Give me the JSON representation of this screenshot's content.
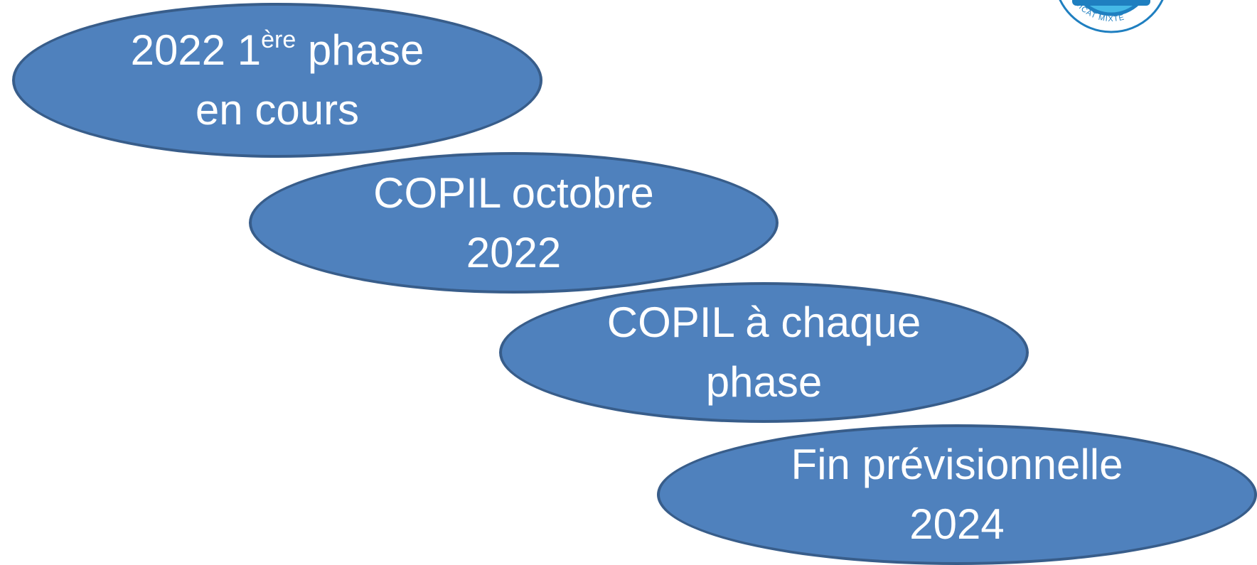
{
  "colors": {
    "ellipse_fill": "#4F81BD",
    "ellipse_border": "#385D8A",
    "text": "#FFFFFF",
    "logo": "#1F7FC0"
  },
  "logo": {
    "icon": "syndicate-seal-logo",
    "partial_text": "SYNDICAT MIXTE"
  },
  "steps": [
    {
      "line1_main": "2022 1",
      "line1_sup": "ère",
      "line1_end": " phase",
      "line2": "en cours"
    },
    {
      "line1": "COPIL octobre",
      "line2": "2022"
    },
    {
      "line1": "COPIL à chaque",
      "line2": "phase"
    },
    {
      "line1": "Fin prévisionnelle",
      "line2": "2024"
    }
  ]
}
